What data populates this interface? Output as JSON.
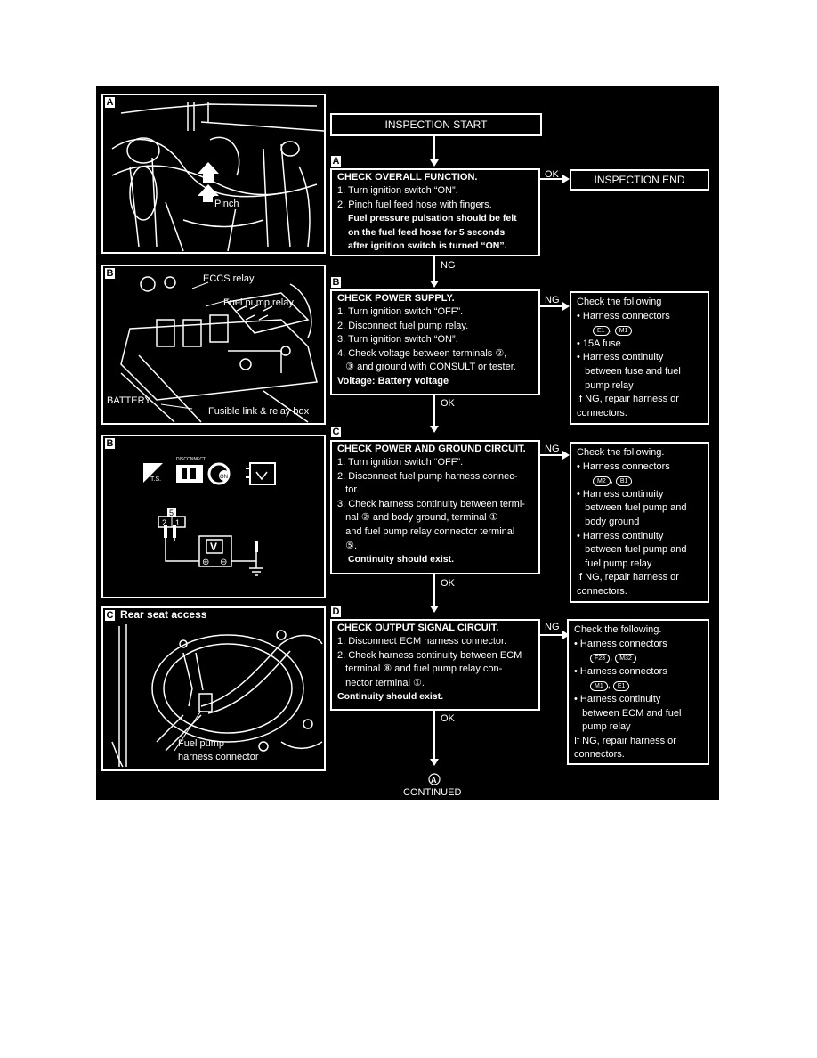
{
  "figures": {
    "a": {
      "tag": "A",
      "pinch_label": "Pinch"
    },
    "b1": {
      "tag": "B",
      "eccs_relay_label": "ECCS relay",
      "fuel_pump_relay_label": "Fuel pump relay",
      "battery_label": "BATTERY",
      "fusible_label": "Fusible link & relay box"
    },
    "b2": {
      "tag": "B",
      "disconnect_label": "DISCONNECT",
      "ts_label": "T.S.",
      "on_label": "ON",
      "terminal_5": "5",
      "terminal_2": "2",
      "terminal_1": "1",
      "meter_label": "V",
      "meter_plus": "⊕",
      "meter_minus": "⊖"
    },
    "c": {
      "tag": "C",
      "title": "Rear seat access",
      "callout_line1": "Fuel pump",
      "callout_line2": "harness connector"
    }
  },
  "flow": {
    "start": "INSPECTION START",
    "end": "INSPECTION END",
    "ok": "OK",
    "ng": "NG",
    "continued_marker": "A",
    "continued": "CONTINUED",
    "step_a": {
      "tag": "A",
      "title": "CHECK OVERALL FUNCTION.",
      "steps": [
        "1. Turn ignition switch “ON”.",
        "2. Pinch fuel feed hose with fingers."
      ],
      "requirement": [
        "Fuel pressure pulsation should be felt",
        "on the fuel feed hose for 5 seconds",
        "after ignition switch is turned “ON”."
      ]
    },
    "step_b": {
      "tag": "B",
      "title": "CHECK POWER SUPPLY.",
      "steps": [
        "1. Turn ignition switch “OFF”.",
        "2. Disconnect fuel pump relay.",
        "3. Turn ignition switch “ON”.",
        "4. Check voltage between terminals ②,",
        "   ③ and ground with CONSULT or tester."
      ],
      "requirement": "Voltage: Battery voltage",
      "side": {
        "title": "Check the following",
        "lines": [
          "• Harness connectors",
          "• 15A fuse",
          "• Harness continuity",
          "   between fuse and fuel",
          "   pump relay",
          "If NG, repair harness or",
          "connectors."
        ],
        "connectors": [
          "E1",
          "M1"
        ]
      }
    },
    "step_c": {
      "tag": "C",
      "title": "CHECK POWER AND GROUND CIRCUIT.",
      "steps": [
        "1. Turn ignition switch “OFF”.",
        "2. Disconnect fuel pump harness connec-",
        "   tor.",
        "3. Check harness continuity between termi-",
        "   nal ② and body ground, terminal ①",
        "   and fuel pump relay connector terminal",
        "   ⑤."
      ],
      "requirement": "Continuity should exist.",
      "side": {
        "title": "Check the following.",
        "lines": [
          "• Harness connectors",
          "• Harness continuity",
          "   between fuel pump and",
          "   body ground",
          "• Harness continuity",
          "   between fuel pump and",
          "   fuel pump relay",
          "If NG, repair harness or",
          "connectors."
        ],
        "connectors": [
          "M2",
          "B1"
        ]
      }
    },
    "step_d": {
      "tag": "D",
      "title": "CHECK OUTPUT SIGNAL CIRCUIT.",
      "steps": [
        "1. Disconnect ECM harness connector.",
        "2. Check harness continuity between ECM",
        "   terminal ⑧ and fuel pump relay con-",
        "   nector terminal ①."
      ],
      "requirement": "Continuity should exist.",
      "side": {
        "title": "Check the following.",
        "lines": [
          "• Harness connectors",
          "• Harness connectors",
          "• Harness continuity",
          "   between ECM and fuel",
          "   pump relay",
          "If NG, repair harness or",
          "connectors."
        ],
        "connectors_1": [
          "F23",
          "M32"
        ],
        "connectors_2": [
          "M1",
          "E1"
        ]
      }
    }
  }
}
